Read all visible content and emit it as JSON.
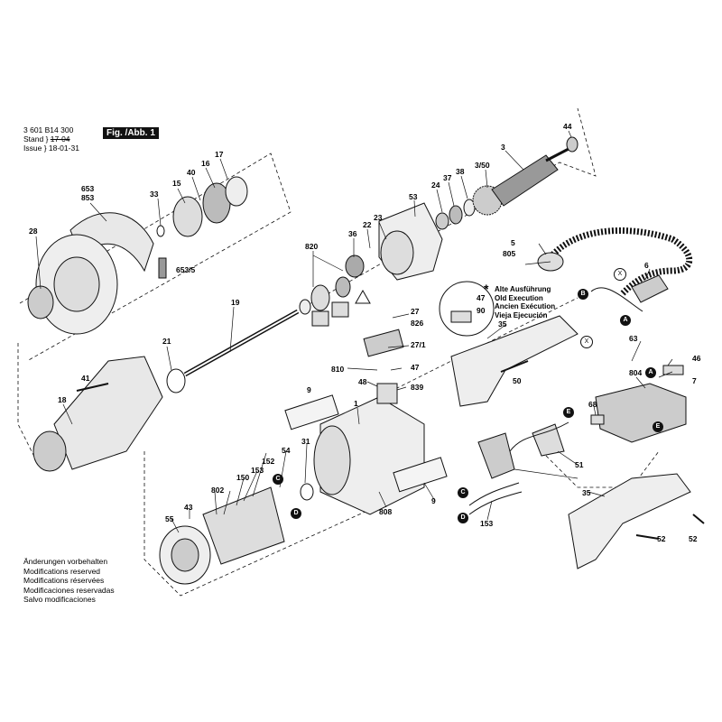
{
  "header": {
    "part_number": "3 601 B14 300",
    "stand_label": "Stand",
    "stand_date_old": "17-04",
    "issue_label": "Issue",
    "issue_date": "18-01-31",
    "fig_label": "Fig. /Abb. 1"
  },
  "notes": [
    "Änderungen vorbehalten",
    "Modifications reserved",
    "Modifications réservées",
    "Modificaciones reservadas",
    "Salvo modificaciones"
  ],
  "legend": {
    "star": "*",
    "lines": [
      "Alte Ausführung",
      "Old Execution",
      "Ancien Exécution",
      "Vieja Ejecución"
    ]
  },
  "part_labels": [
    "653",
    "853",
    "28",
    "33",
    "15",
    "40",
    "16",
    "17",
    "653/5",
    "19",
    "21",
    "41",
    "18",
    "820",
    "36",
    "22",
    "23",
    "53",
    "24",
    "37",
    "38",
    "3/50",
    "3",
    "44",
    "27",
    "826",
    "27/1",
    "810",
    "47",
    "48",
    "839",
    "9",
    "1",
    "31",
    "808",
    "9",
    "54",
    "152",
    "153",
    "150",
    "802",
    "43",
    "55",
    "47",
    "90",
    "35",
    "50",
    "5",
    "805",
    "6",
    "63",
    "46",
    "804",
    "7",
    "68",
    "51",
    "153",
    "35",
    "52",
    "52"
  ],
  "circle_markers": [
    "A",
    "B",
    "X",
    "X",
    "A",
    "E",
    "E",
    "C",
    "D",
    "C",
    "D",
    "E",
    "A"
  ]
}
